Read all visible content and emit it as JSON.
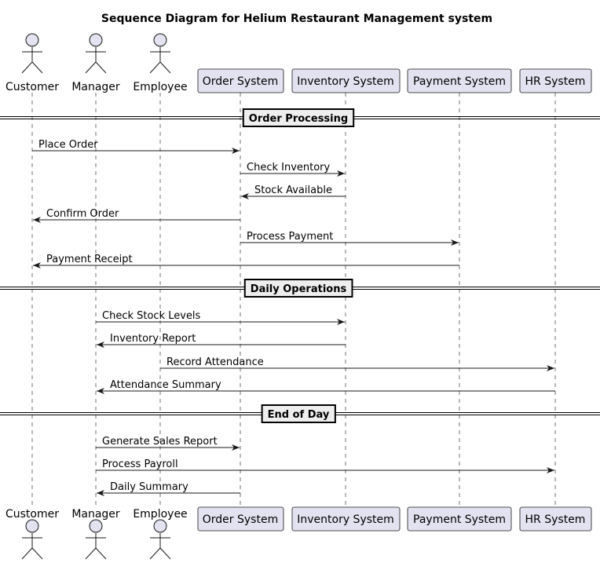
{
  "title": "Sequence Diagram for Helium Restaurant Management system",
  "colors": {
    "participant_fill": "#e2e2f0",
    "participant_stroke": "#181818",
    "lifeline": "#181818",
    "divider_box_fill": "#eeeeee",
    "arrow": "#181818"
  },
  "participants": [
    {
      "id": "customer",
      "label": "Customer",
      "kind": "actor"
    },
    {
      "id": "manager",
      "label": "Manager",
      "kind": "actor"
    },
    {
      "id": "employee",
      "label": "Employee",
      "kind": "actor"
    },
    {
      "id": "order",
      "label": "Order System",
      "kind": "box"
    },
    {
      "id": "inventory",
      "label": "Inventory System",
      "kind": "box"
    },
    {
      "id": "payment",
      "label": "Payment System",
      "kind": "box"
    },
    {
      "id": "hr",
      "label": "HR System",
      "kind": "box"
    }
  ],
  "sections": [
    {
      "label": "Order Processing",
      "messages": [
        {
          "from": "customer",
          "to": "order",
          "label": "Place Order"
        },
        {
          "from": "order",
          "to": "inventory",
          "label": "Check Inventory"
        },
        {
          "from": "inventory",
          "to": "order",
          "label": "Stock Available"
        },
        {
          "from": "order",
          "to": "customer",
          "label": "Confirm Order"
        },
        {
          "from": "order",
          "to": "payment",
          "label": "Process Payment"
        },
        {
          "from": "payment",
          "to": "customer",
          "label": "Payment Receipt"
        }
      ]
    },
    {
      "label": "Daily Operations",
      "messages": [
        {
          "from": "manager",
          "to": "inventory",
          "label": "Check Stock Levels"
        },
        {
          "from": "inventory",
          "to": "manager",
          "label": "Inventory Report"
        },
        {
          "from": "employee",
          "to": "hr",
          "label": "Record Attendance"
        },
        {
          "from": "hr",
          "to": "manager",
          "label": "Attendance Summary"
        }
      ]
    },
    {
      "label": "End of Day",
      "messages": [
        {
          "from": "manager",
          "to": "order",
          "label": "Generate Sales Report"
        },
        {
          "from": "manager",
          "to": "hr",
          "label": "Process Payroll"
        },
        {
          "from": "order",
          "to": "manager",
          "label": "Daily Summary"
        }
      ]
    }
  ]
}
